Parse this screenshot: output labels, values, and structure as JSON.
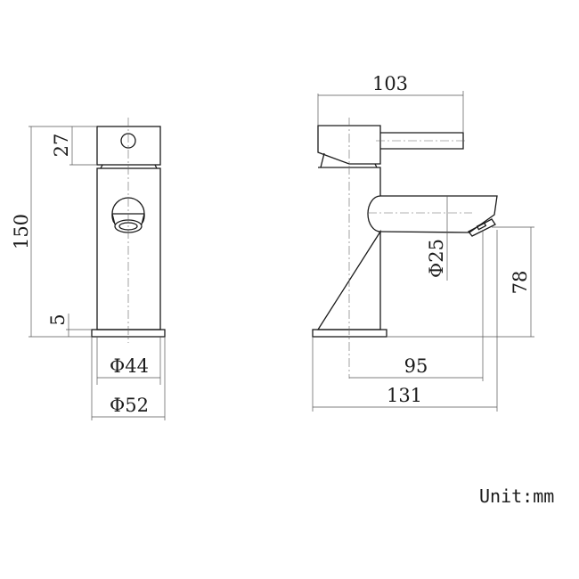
{
  "drawing": {
    "type": "technical-dimension-drawing",
    "subject": "basin mixer tap",
    "unit_label": "Unit:mm",
    "front_view": {
      "dimensions": {
        "total_height": "150",
        "handle_height": "27",
        "base_height": "5",
        "body_diameter": "Φ44",
        "base_diameter": "Φ52"
      }
    },
    "side_view": {
      "dimensions": {
        "overall_top_width": "103",
        "spout_diameter": "Φ25",
        "spout_outlet_height": "78",
        "spout_reach": "95",
        "overall_depth": "131"
      }
    }
  }
}
